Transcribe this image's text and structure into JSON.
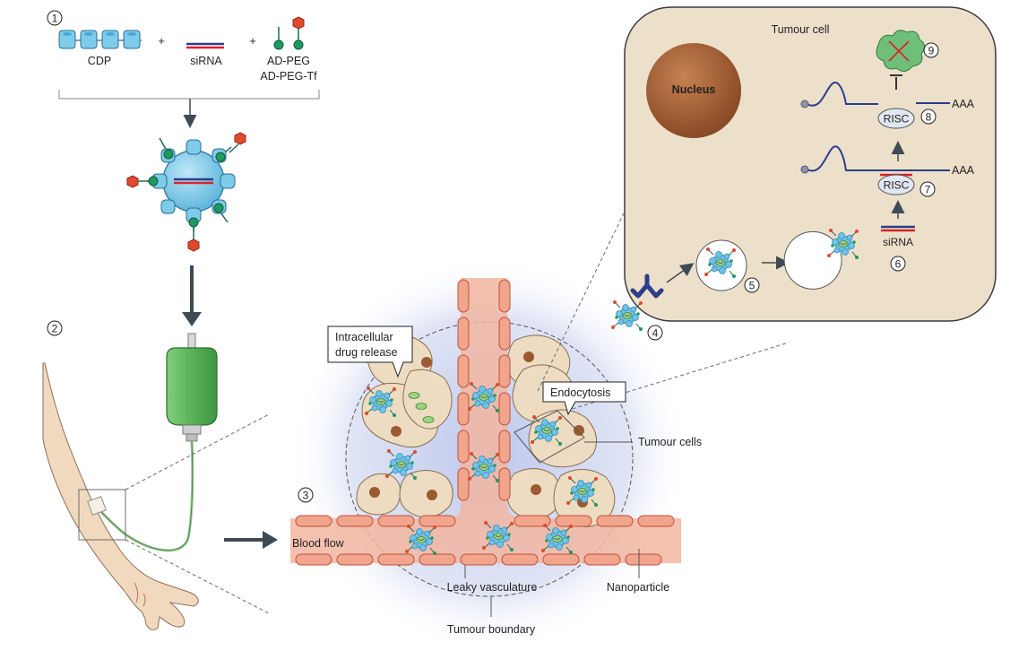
{
  "steps": {
    "s1": "1",
    "s2": "2",
    "s3": "3",
    "s4": "4",
    "s5": "5",
    "s6": "6",
    "s7": "7",
    "s8": "8",
    "s9": "9"
  },
  "components": {
    "cdp": "CDP",
    "sirna": "siRNA",
    "adpeg": "AD-PEG",
    "adpegtf": "AD-PEG-Tf",
    "plus": "+"
  },
  "cell": {
    "title": "Tumour cell",
    "nucleus": "Nucleus",
    "risc": "RISC",
    "polyA": "AAA",
    "sirna": "siRNA"
  },
  "tumour": {
    "blood_flow": "Blood flow",
    "drug_release_line1": "Intracellular",
    "drug_release_line2": "drug release",
    "endocytosis": "Endocytosis",
    "tumour_cells": "Tumour cells",
    "leaky_vasculature": "Leaky vasculature",
    "nanoparticle": "Nanoparticle",
    "tumour_boundary": "Tumour boundary"
  },
  "colors": {
    "cdp_blue": "#7ecbea",
    "strand_red": "#d7262b",
    "strand_navy": "#2c3e8c",
    "peg_green": "#1e9a63",
    "tf_red": "#e04a2c",
    "iv_green": "#5fb85a",
    "cell_tan": "#eddcc1",
    "nucleus_brown": "#9b5a32",
    "vessel_pink": "#f1a58c",
    "halo_blue": "#c8d2ee",
    "arrow_dark": "#3e4a56"
  }
}
